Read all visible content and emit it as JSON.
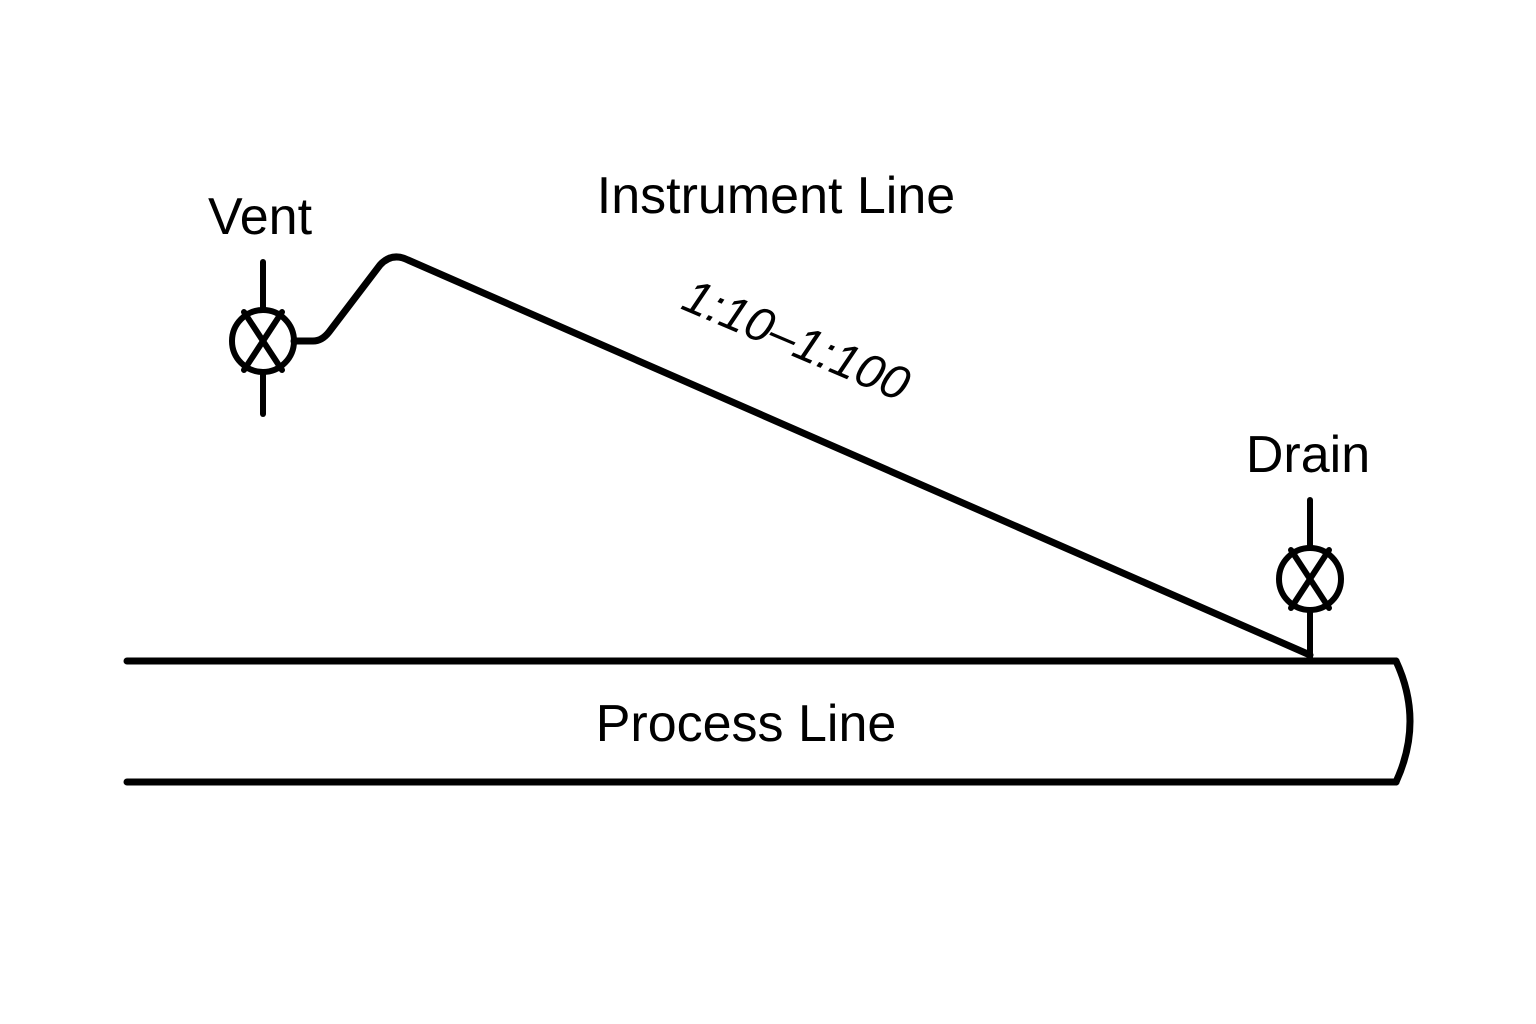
{
  "labels": {
    "instrument_line": "Instrument Line",
    "vent": "Vent",
    "drain": "Drain",
    "process_line": "Process Line",
    "slope": "1:10–1:100"
  },
  "colors": {
    "line": "#000000",
    "background": "#ffffff"
  },
  "icons": {
    "vent_valve": "gate-valve-icon",
    "drain_valve": "gate-valve-icon"
  }
}
